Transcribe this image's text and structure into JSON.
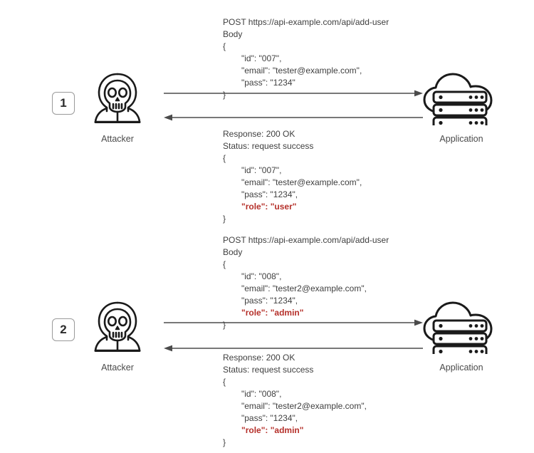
{
  "diagram": {
    "title_absent": true,
    "colors": {
      "stroke": "#1a1a1a",
      "text": "#3f3f3f",
      "caption": "#4a4a4a",
      "highlight": "#b5302a",
      "arrow": "#4b4b4b",
      "badge_border": "#9a9a9a",
      "background": "#ffffff"
    },
    "actors": {
      "attacker_label": "Attacker",
      "application_label": "Application"
    },
    "steps": [
      {
        "badge": "1",
        "attacker_label": "Attacker",
        "application_label": "Application",
        "request": [
          {
            "text": "POST https://api-example.com/api/add-user",
            "indent": false,
            "highlight": false
          },
          {
            "text": "Body",
            "indent": false,
            "highlight": false
          },
          {
            "text": "{",
            "indent": false,
            "highlight": false
          },
          {
            "text": "\"id\": \"007\",",
            "indent": true,
            "highlight": false
          },
          {
            "text": "\"email\": \"tester@example.com\",",
            "indent": true,
            "highlight": false
          },
          {
            "text": "\"pass\": \"1234\"",
            "indent": true,
            "highlight": false
          },
          {
            "text": "}",
            "indent": false,
            "highlight": false
          }
        ],
        "response": [
          {
            "text": "Response: 200 OK",
            "indent": false,
            "highlight": false
          },
          {
            "text": "Status: request success",
            "indent": false,
            "highlight": false
          },
          {
            "text": "{",
            "indent": false,
            "highlight": false
          },
          {
            "text": "\"id\": \"007\",",
            "indent": true,
            "highlight": false
          },
          {
            "text": "\"email\": \"tester@example.com\",",
            "indent": true,
            "highlight": false
          },
          {
            "text": "\"pass\": \"1234\",",
            "indent": true,
            "highlight": false
          },
          {
            "text": "\"role\": \"user\"",
            "indent": true,
            "highlight": true
          },
          {
            "text": "}",
            "indent": false,
            "highlight": false
          }
        ]
      },
      {
        "badge": "2",
        "attacker_label": "Attacker",
        "application_label": "Application",
        "request": [
          {
            "text": "POST https://api-example.com/api/add-user",
            "indent": false,
            "highlight": false
          },
          {
            "text": "Body",
            "indent": false,
            "highlight": false
          },
          {
            "text": "{",
            "indent": false,
            "highlight": false
          },
          {
            "text": "\"id\": \"008\",",
            "indent": true,
            "highlight": false
          },
          {
            "text": "\"email\": \"tester2@example.com\",",
            "indent": true,
            "highlight": false
          },
          {
            "text": "\"pass\": \"1234\",",
            "indent": true,
            "highlight": false
          },
          {
            "text": "\"role\": \"admin\"",
            "indent": true,
            "highlight": true
          },
          {
            "text": "}",
            "indent": false,
            "highlight": false
          }
        ],
        "response": [
          {
            "text": "Response: 200 OK",
            "indent": false,
            "highlight": false
          },
          {
            "text": "Status: request success",
            "indent": false,
            "highlight": false
          },
          {
            "text": "{",
            "indent": false,
            "highlight": false
          },
          {
            "text": "\"id\": \"008\",",
            "indent": true,
            "highlight": false
          },
          {
            "text": "\"email\": \"tester2@example.com\",",
            "indent": true,
            "highlight": false
          },
          {
            "text": "\"pass\": \"1234\",",
            "indent": true,
            "highlight": false
          },
          {
            "text": "\"role\": \"admin\"",
            "indent": true,
            "highlight": true
          },
          {
            "text": "}",
            "indent": false,
            "highlight": false
          }
        ]
      }
    ],
    "icons": {
      "attacker": "hooded-skull-icon",
      "application": "cloud-server-icon",
      "request_arrow": "arrow-right-icon",
      "response_arrow": "arrow-left-icon"
    }
  }
}
